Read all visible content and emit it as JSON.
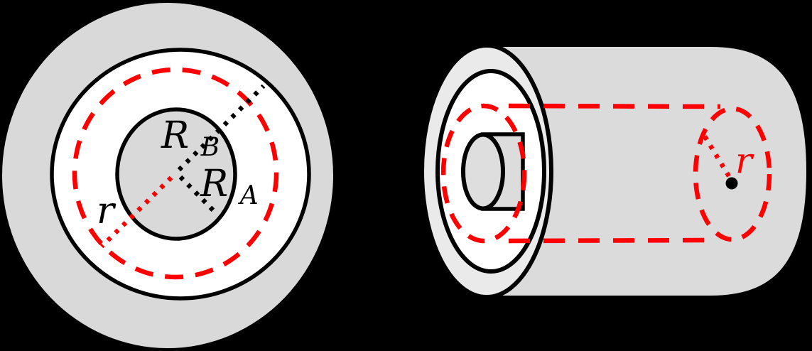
{
  "figure": {
    "cross_section": {
      "outer_radius_label": {
        "base": "R",
        "sub": "B"
      },
      "inner_radius_label": {
        "base": "R",
        "sub": "A"
      },
      "loop_radius_label": "r"
    },
    "cylinder_view": {
      "loop_radius_label": "r"
    }
  },
  "colors": {
    "background": "#000000",
    "outline": "#000000",
    "conductor_gray": "#D9D9D9",
    "body_gray": "#DBDBDB",
    "face_ring_gray": "#EAEAEA",
    "rod_face_gray": "#DEDEDE",
    "rod_side_gray": "#DCDCDC",
    "insulator_white": "#FFFFFF",
    "loop_red": "#FF0000"
  }
}
